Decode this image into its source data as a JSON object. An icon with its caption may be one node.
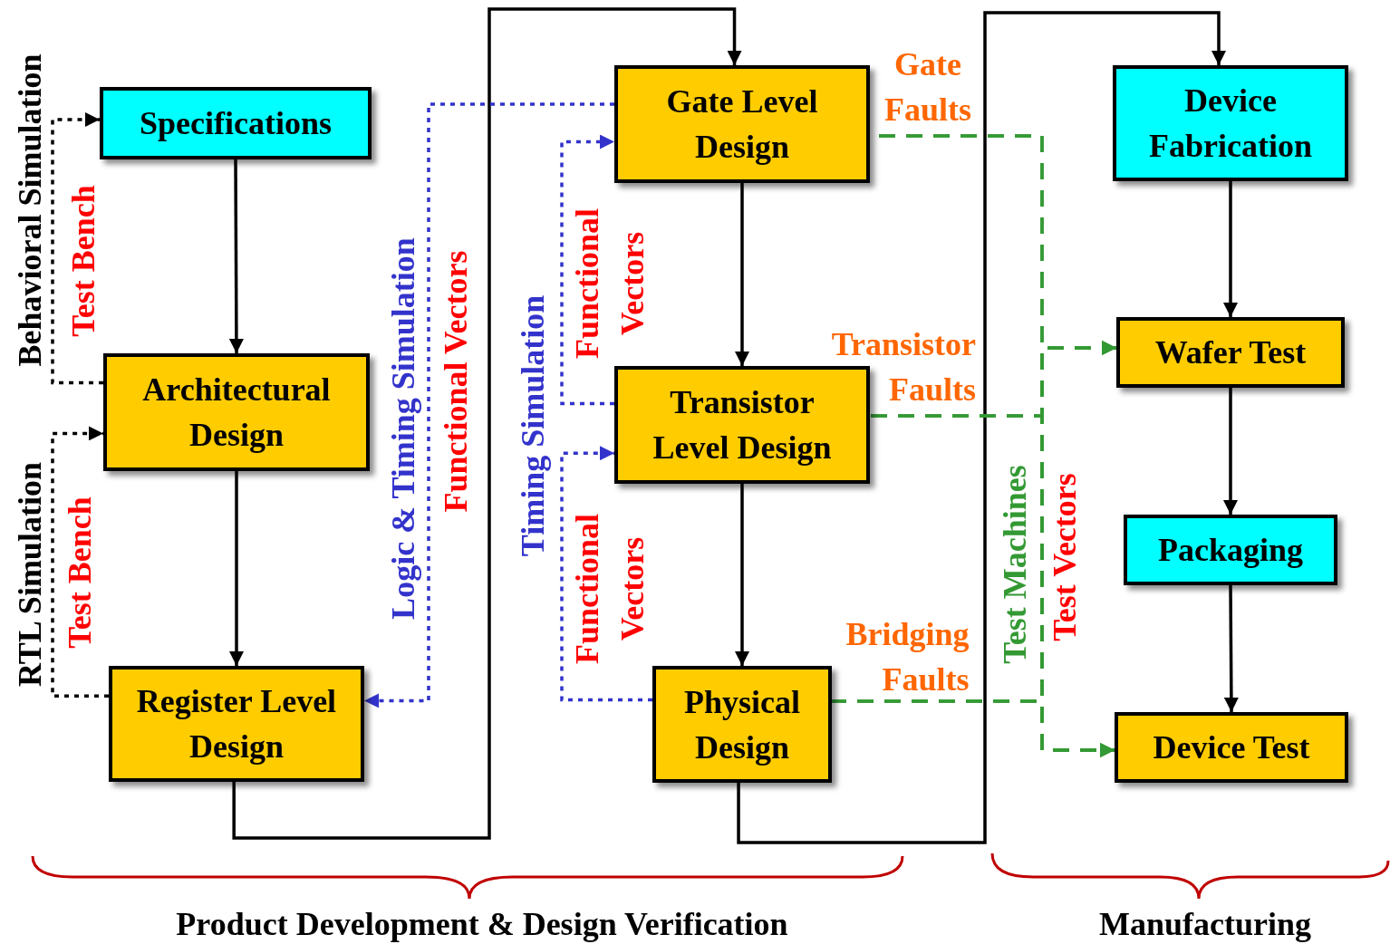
{
  "diagram": {
    "nodes": [
      {
        "text": [
          "Specifications"
        ]
      },
      {
        "text": [
          "Architectural Design"
        ]
      },
      {
        "text": [
          "Register Level Design"
        ]
      },
      {
        "text": [
          "Gate Level Design"
        ]
      },
      {
        "text": [
          "Transistor Level Design"
        ]
      },
      {
        "text": [
          "Physical Design"
        ]
      },
      {
        "text": [
          "Device Fabrication"
        ]
      },
      {
        "text": [
          "Wafer Test"
        ]
      },
      {
        "text": [
          "Packaging"
        ]
      },
      {
        "text": [
          "Device Test"
        ]
      }
    ],
    "edges": [
      {
        "from": 0,
        "to": 1,
        "arrow": "to"
      },
      {
        "from": 1,
        "to": 2,
        "arrow": "to"
      },
      {
        "from": 2,
        "to": 3,
        "arrow": "to"
      },
      {
        "from": 3,
        "to": 4,
        "arrow": "to"
      },
      {
        "from": 4,
        "to": 5,
        "arrow": "to"
      },
      {
        "from": 5,
        "to": 6,
        "arrow": "to"
      },
      {
        "from": 6,
        "to": 7,
        "arrow": "to"
      },
      {
        "from": 7,
        "to": 8,
        "arrow": "to"
      },
      {
        "from": 8,
        "to": 9,
        "arrow": "to"
      },
      {
        "from": 1,
        "to": 0,
        "arrow": "to",
        "style": "dashed"
      },
      {
        "from": 2,
        "to": 1,
        "arrow": "to",
        "style": "dashed"
      },
      {
        "from": 3,
        "to": 2,
        "arrow": "to",
        "style": "dashed",
        "color": "#3333cc"
      },
      {
        "from": 4,
        "to": 3,
        "arrow": "to",
        "style": "dashed",
        "color": "#3333cc"
      },
      {
        "from": 5,
        "to": 4,
        "arrow": "to",
        "style": "dashed",
        "color": "#3333cc"
      },
      {
        "from": 3,
        "to": 7,
        "arrow": "to",
        "style": "dashed",
        "color": "#339933"
      },
      {
        "from": 3,
        "to": 9,
        "arrow": "to",
        "style": "dashed",
        "color": "#339933"
      },
      {
        "from": 4,
        "to": 7,
        "arrow": "to",
        "style": "dashed",
        "color": "#339933"
      },
      {
        "from": 4,
        "to": 9,
        "arrow": "to",
        "style": "dashed",
        "color": "#339933"
      },
      {
        "from": 5,
        "to": 7,
        "arrow": "to",
        "style": "dashed",
        "color": "#339933"
      },
      {
        "from": 5,
        "to": 9,
        "arrow": "to",
        "style": "dashed",
        "color": "#339933"
      }
    ],
    "labels": [
      "Behavioral Simulation",
      "Test Bench",
      "RTL Simulation",
      "Test Bench",
      "Logic & Timing Simulation",
      "Functional Vectors",
      "Timing Simulation",
      "Functional Vectors",
      "Functional Vectors",
      "Gate Faults",
      "Transistor Faults",
      "Bridging Faults",
      "Test Machines",
      "Test Vectors",
      "Product Development & Design Verification",
      "Manufacturing"
    ]
  }
}
